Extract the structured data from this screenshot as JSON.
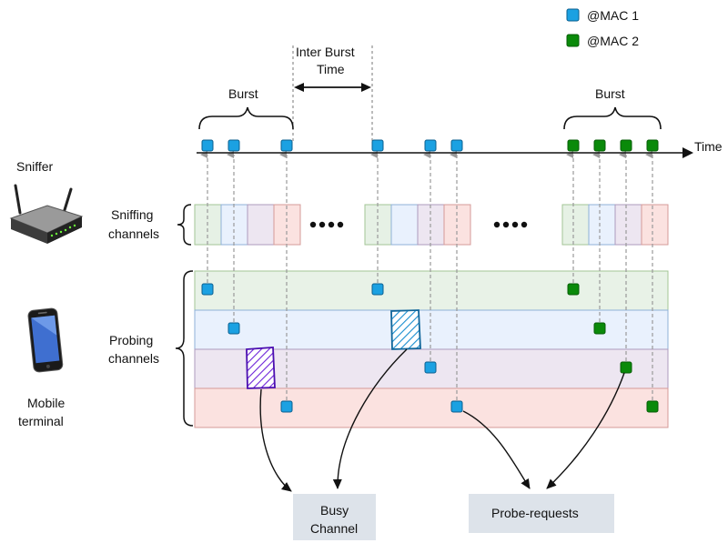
{
  "legend": [
    {
      "label": "@MAC 1",
      "color": "#1ba1e2"
    },
    {
      "label": "@MAC 2",
      "color": "#0a8a0a"
    }
  ],
  "labels": {
    "burst_left": "Burst",
    "burst_right": "Burst",
    "inter_burst_line1": "Inter Burst",
    "inter_burst_line2": "Time",
    "time_axis": "Time",
    "sniffer": "Sniffer",
    "sniffing_line1": "Sniffing",
    "sniffing_line2": "channels",
    "probing_line1": "Probing",
    "probing_line2": "channels",
    "mobile_line1": "Mobile",
    "mobile_line2": "terminal",
    "busy_line1": "Busy",
    "busy_line2": "Channel",
    "probe_requests": "Probe-requests"
  },
  "channel_colors": {
    "green": "#d5e8d4",
    "blue": "#dae8fc",
    "purple": "#e1d5e7",
    "red": "#f8cecc"
  },
  "icons": [
    "wifi-router-icon",
    "mobile-phone-icon"
  ]
}
